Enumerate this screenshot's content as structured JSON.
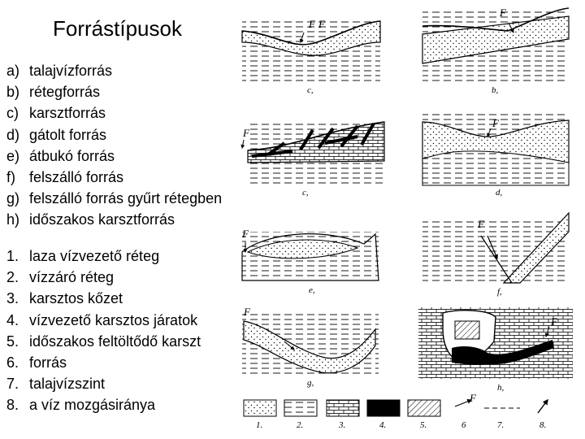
{
  "title": "Forrástípusok",
  "spring_types": [
    {
      "marker": "a)",
      "label": "talajvízforrás"
    },
    {
      "marker": "b)",
      "label": "rétegforrás"
    },
    {
      "marker": "c)",
      "label": "karsztforrás"
    },
    {
      "marker": "d)",
      "label": "gátolt forrás"
    },
    {
      "marker": "e)",
      "label": "átbukó forrás"
    },
    {
      "marker": "f)",
      "label": "felszálló forrás"
    },
    {
      "marker": "g)",
      "label": "felszálló forrás gyűrt rétegben"
    },
    {
      "marker": "h)",
      "label": "időszakos karsztforrás"
    }
  ],
  "legend_items": [
    {
      "marker": "1.",
      "label": "laza vízvezető réteg"
    },
    {
      "marker": "2.",
      "label": "vízzáró réteg"
    },
    {
      "marker": "3.",
      "label": "karsztos kőzet"
    },
    {
      "marker": "4.",
      "label": "vízvezető karsztos járatok"
    },
    {
      "marker": "5.",
      "label": "időszakos feltöltődő karszt"
    },
    {
      "marker": "6.",
      "label": "forrás"
    },
    {
      "marker": "7.",
      "label": "talajvízszint"
    },
    {
      "marker": "8.",
      "label": "a víz mozgásiránya"
    }
  ],
  "diagram_captions": {
    "a": "c,",
    "b": "b,",
    "c": "c,",
    "d": "d,",
    "e": "e,",
    "f": "f,",
    "g": "g,",
    "h": "h,"
  },
  "spring_label": "F",
  "swatch_numbers": [
    "1.",
    "2.",
    "3.",
    "4.",
    "5.",
    "6",
    "7.",
    "8."
  ]
}
